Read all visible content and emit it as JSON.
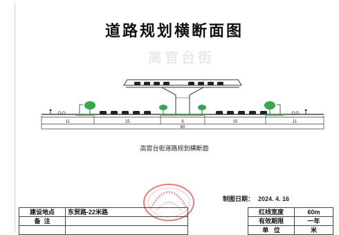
{
  "document": {
    "title": "道路规划横断面图",
    "watermark": "高官台街",
    "caption": "高官台街道路规划横断面",
    "date_label": "制图日期：",
    "date_value": "2024. 4. 16"
  },
  "cross_section": {
    "segments": [
      "11",
      "15",
      "8",
      "15",
      "11"
    ],
    "total_width": "60",
    "road_color": "#222222",
    "tree_color": "#3aa84a",
    "green_color": "#4caf50"
  },
  "stamp": {
    "text": "沈阳市规划和自然资源局",
    "color": "#d9534f"
  },
  "info_table": {
    "row1": {
      "label": "建设地点",
      "value": "东贸路-22米路",
      "key": "红线宽度",
      "val": "60m"
    },
    "row2": {
      "label": "备  注",
      "value": "",
      "key": "有效期限",
      "val": "一年"
    },
    "row3": {
      "label": "",
      "value": "",
      "key": "单   位",
      "val": "米"
    }
  }
}
